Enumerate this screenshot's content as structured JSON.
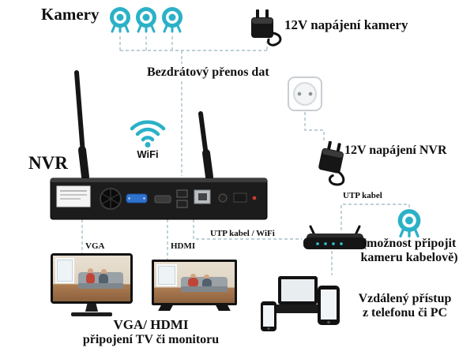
{
  "colors": {
    "accent-teal": "#2bb1c7",
    "connector": "#a7c0cb",
    "ink": "#101010"
  },
  "icons": {
    "camera": "webcam-circle-on-legs",
    "power-adapter": "black-ac-adapter-with-cable",
    "wall-socket": "eu-wall-socket",
    "wifi": "wifi-arcs-with-dot",
    "nvr": "black-box-with-two-antennas-and-rear-ports",
    "router": "black-router-with-antennas",
    "monitor": "desktop-monitor",
    "tv": "flat-tv",
    "devices": "laptop-tablet-phone-group"
  },
  "diagram": {
    "kamery_label": "Kamery",
    "camera_power_label": "12V napájení kamery",
    "wireless_label": "Bezdrátový přenos dat",
    "nvr_label": "NVR",
    "wifi_label": "WiFi",
    "nvr_power_label": "12V napájení NVR",
    "utp_label": "UTP kabel",
    "wired_note_line1": "(možnost připojit",
    "wired_note_line2": "kameru kabelově)",
    "utp_wifi_label": "UTP kabel / WiFi",
    "vga_label": "VGA",
    "hdmi_label": "HDMI",
    "tv_caption_line1": "VGA/ HDMI",
    "tv_caption_line2": "připojení TV či monitoru",
    "remote_caption_line1": "Vzdálený přístup",
    "remote_caption_line2": "z telefonu či PC"
  }
}
